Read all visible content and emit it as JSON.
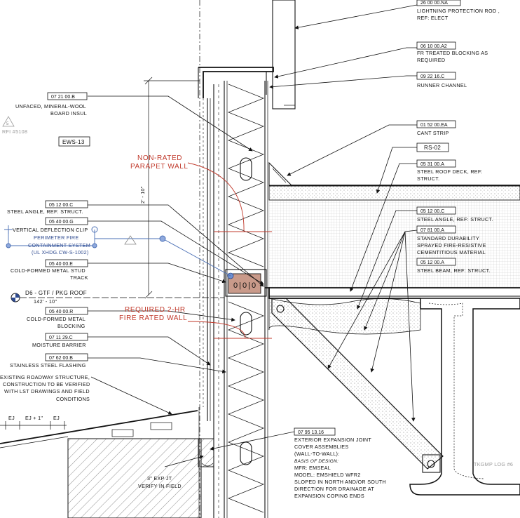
{
  "callouts": {
    "lightning": {
      "tag": "26 00 00.NA",
      "l1": "LIGHTNING PROTECTION ROD ,",
      "l2": "REF: ELECT"
    },
    "blocking_a2": {
      "tag": "06 10 00.A2",
      "l1": "FR TREATED BLOCKING AS",
      "l2": "REQUIRED"
    },
    "runner": {
      "tag": "09 22 16.C",
      "l1": "RUNNER CHANNEL"
    },
    "cant": {
      "tag": "01 52 00.EA",
      "l1": "CANT STRIP"
    },
    "rs02": {
      "tag": "RS-02"
    },
    "deck": {
      "tag": "05 31 00.A",
      "l1": "STEEL ROOF DECK, REF:",
      "l2": "STRUCT."
    },
    "angle_r": {
      "tag": "05 12 00.C",
      "l1": "STEEL ANGLE, REF: STRUCT."
    },
    "sfrm": {
      "tag": "07 81 00.A",
      "l1": "STANDARD DURABILITY",
      "l2": "SPRAYED FIRE-RESISTIVE",
      "l3": "CEMENTITIOUS MATERIAL"
    },
    "beam": {
      "tag": "05 12 00.A",
      "l1": "STEEL BEAM, REF: STRUCT."
    },
    "insul": {
      "tag": "07 21 00.B",
      "l1": "UNFACED, MINERAL-WOOL",
      "l2": "BOARD INSUL"
    },
    "ews": {
      "tag": "EWS-13"
    },
    "angle_l": {
      "tag": "05 12 00.C",
      "l1": "STEEL ANGLE, REF: STRUCT."
    },
    "clip": {
      "tag": "05 40 00.G",
      "l1": "VERTICAL DEFLECTION CLIP"
    },
    "perimeter": {
      "l1": "PERIMETER FIRE",
      "l2": "CONTAINMENT SYSTEM",
      "l3": "(UL XHDG.CW-S-1002)"
    },
    "track": {
      "tag": "05 40 00.E",
      "l1": "COLD-FORMED METAL STUD",
      "l2": "TRACK"
    },
    "stud_block": {
      "tag": "05 40 00.R",
      "l1": "COLD-FORMED METAL",
      "l2": "BLOCKING"
    },
    "moisture": {
      "tag": "07 11 29.C",
      "l1": "MOISTURE BARRIER"
    },
    "flashing": {
      "tag": "07 62 00.B",
      "l1": "STAINLESS STEEL FLASHING"
    },
    "roadway": {
      "l1": "EXISTING ROADWAY STRUCTURE,",
      "l2": "CONSTRUCTION TO BE VERIFIED",
      "l3": "WITH LST DRAWINGS AND FIELD",
      "l4": "CONDITIONS"
    },
    "expjoint": {
      "tag": "07 95 13.16",
      "l1": "EXTERIOR EXPANSION JOINT",
      "l2": "COVER ASSEMBLIES",
      "l3": "(WALL-TO-WALL):",
      "l4": "BASIS OF DESIGN:",
      "l5": "MFR:      EMSEAL",
      "l6": "MODEL: EMSHIELD WFR2",
      "l7": "SLOPED IN NORTH AND/OR SOUTH",
      "l8": "DIRECTION FOR DRAINAGE AT",
      "l9": "EXPANSION COPING ENDS"
    }
  },
  "labels": {
    "nonrated1": "NON-RATED",
    "nonrated2": "PARAPET WALL",
    "required1": "REQUIRED 2-HR",
    "required2": "FIRE RATED WALL",
    "dim_parapet": "2' - 10\"",
    "rfi_num": "5",
    "rfi_text": "RFI #5108",
    "level_name": "D6 - GTF / PKG ROOF",
    "level_elev": "142' - 10\"",
    "ej1": "EJ",
    "ej2": "EJ + 1\"",
    "ej3": "EJ",
    "exp_jt1": "3\" EXP JT",
    "exp_jt2": "VERIFY IN FIELD",
    "log": "TKGMP LOG #6"
  },
  "colors": {
    "red": "#c0392b",
    "blue": "#2e4a8f",
    "line": "#111111"
  }
}
